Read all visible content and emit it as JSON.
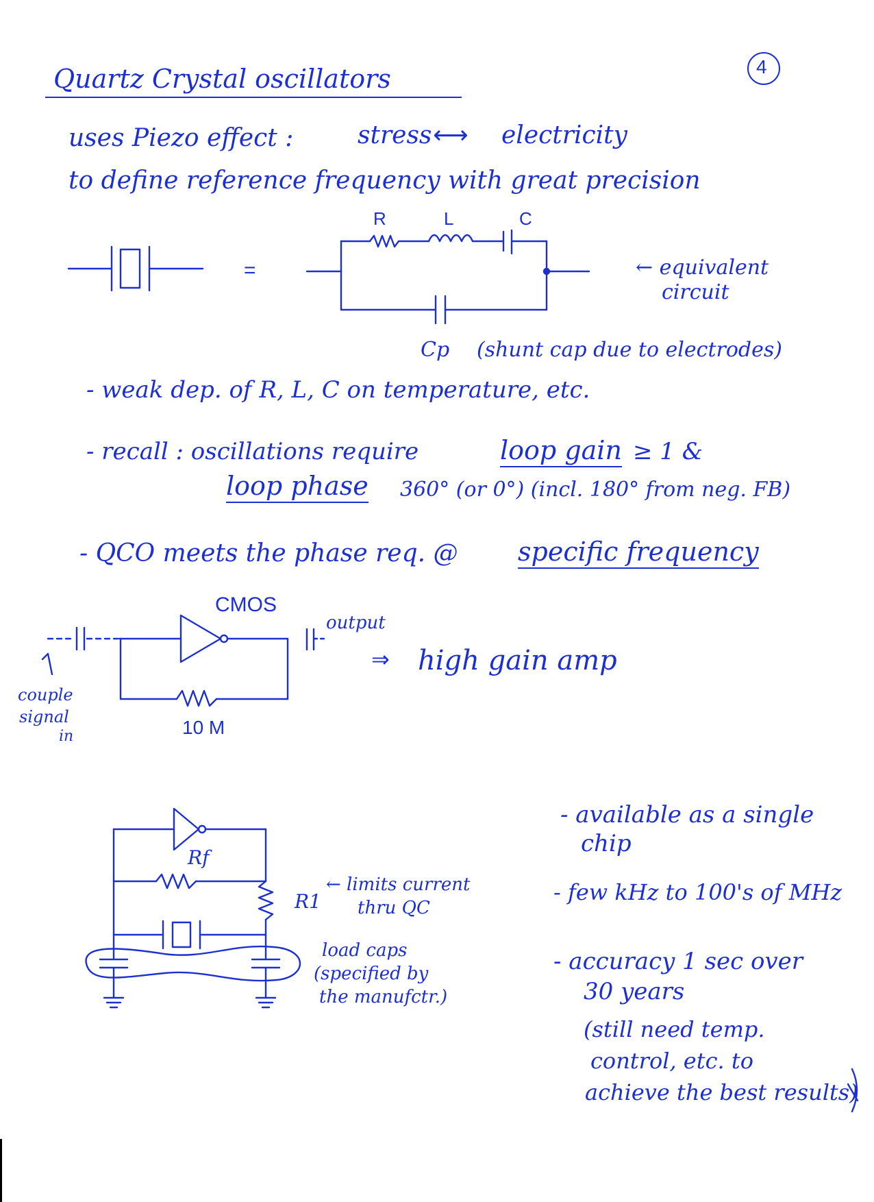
{
  "title": "Quartz Crystal oscillators",
  "page_number": "4",
  "intro": {
    "line1": "uses Piezo effect :",
    "stress": "stress",
    "arrow": "⟷",
    "electricity": "electricity",
    "line2": "to define reference frequency with great precision"
  },
  "equiv_circuit": {
    "label_R": "R",
    "label_L": "L",
    "label_C": "C",
    "equals": "=",
    "note": "← equivalent",
    "note2": "circuit",
    "cp_label": "Cp",
    "cp_note": "(shunt cap due to electrodes)"
  },
  "bullets": {
    "weak_dep": "- weak dep. of R, L, C on temperature, etc.",
    "recall_prefix": "- recall :  oscillations require",
    "loop_gain": "loop gain",
    "gain_req": "≥ 1  &",
    "loop_phase": "loop phase",
    "phase_req": "360°  (or 0°)   (incl. 180° from neg. FB)",
    "qco_prefix": "- QCO meets the phase req. @",
    "specific_frequency": "specific frequency"
  },
  "amp_circuit": {
    "cmos": "CMOS",
    "output": "output",
    "couple1": "couple",
    "couple2": "signal",
    "couple3": "in",
    "resistor": "10 M",
    "implies": "⇒",
    "high_gain": "high gain amp"
  },
  "qc_circuit": {
    "rf": "Rf",
    "r1": "R1",
    "r1_note1": "← limits current",
    "r1_note2": "thru QC",
    "load1": "load caps",
    "load2": "(specified by",
    "load3": "the manufctr.)"
  },
  "right_notes": {
    "avail1": "- available as a single",
    "avail2": "chip",
    "range": "- few kHz to 100's of MHz",
    "acc1": "- accuracy 1 sec over",
    "acc2": "30 years",
    "acc3": "(still need temp.",
    "acc4": "control, etc. to",
    "acc5": "achieve the best results)"
  }
}
